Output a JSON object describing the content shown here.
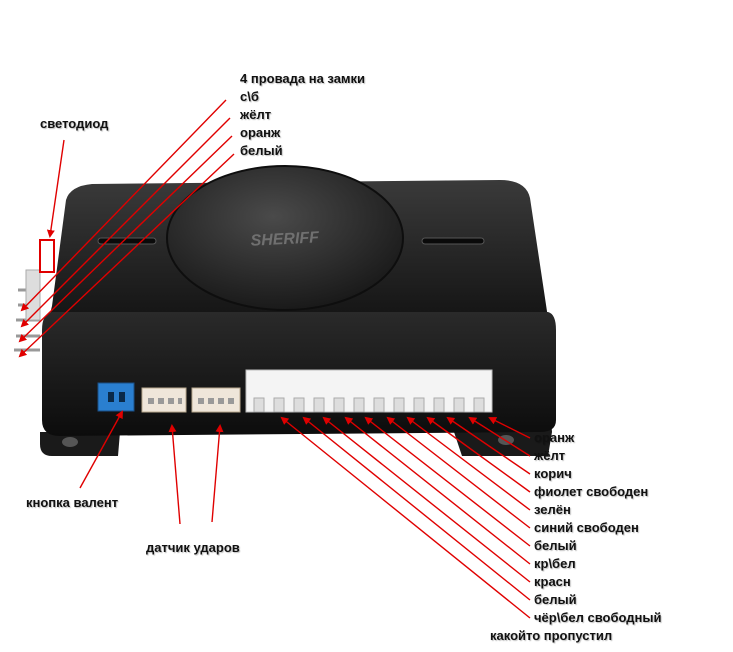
{
  "colors": {
    "arrow": "#e00000",
    "body": "#1b1b1b",
    "connector_blue": "#2a7fd0"
  },
  "top_labels": {
    "header": "4 провада на замки",
    "items": [
      "с\\б",
      "жёлт",
      "оранж",
      "белый"
    ]
  },
  "led_label": "светодиод",
  "valet_label": "кнопка валент",
  "shock_label": "датчик ударов",
  "brand_logo": "SHERIFF",
  "right_labels": [
    "оранж",
    "жёлт",
    "корич",
    "фиолет свободен",
    "зелён",
    "синий свободен",
    "белый",
    "кр\\бел",
    "красн",
    "белый",
    "чёр\\бел свободный",
    "какойто пропустил"
  ]
}
